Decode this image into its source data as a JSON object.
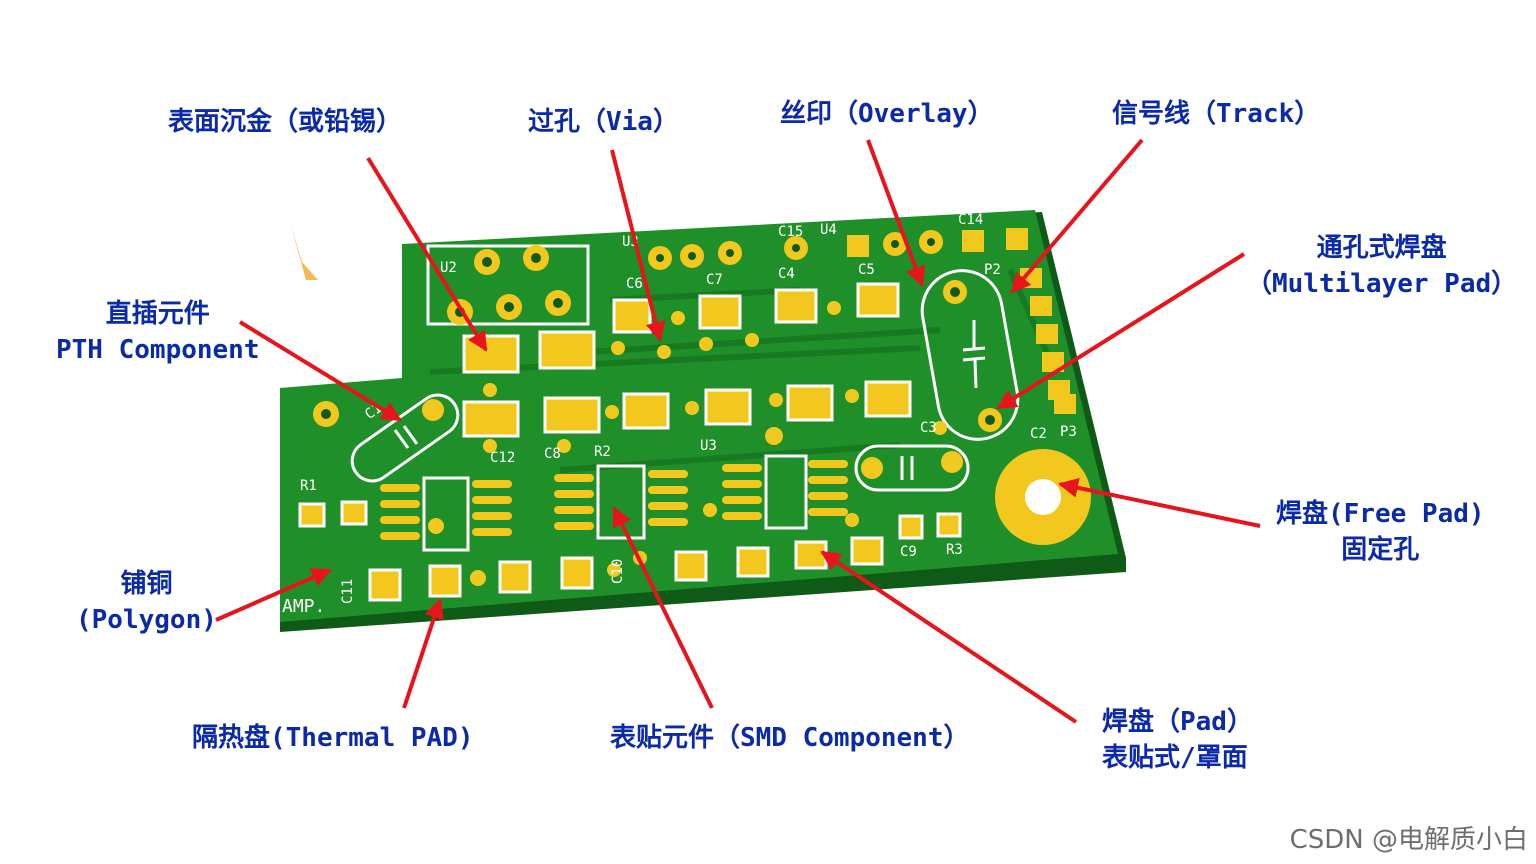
{
  "colors": {
    "label": "#0b2aa8",
    "arrow": "#e8141b",
    "board": "#1f8f2a",
    "pad": "#f2c81e",
    "silk": "#ffffff"
  },
  "labels": {
    "surface_gold": "表面沉金（或铅锡）",
    "via": "过孔（Via）",
    "overlay": "丝印（Overlay）",
    "track": "信号线（Track）",
    "multilayer_pad_cn": "通孔式焊盘",
    "multilayer_pad_en": "（Multilayer Pad）",
    "pth_cn": "直插元件",
    "pth_en": "PTH Component",
    "free_pad_cn": "焊盘(Free Pad)",
    "free_pad_en": "固定孔",
    "polygon_cn": "铺铜",
    "polygon_en": "(Polygon)",
    "thermal_pad": "隔热盘(Thermal PAD)",
    "smd_component": "表贴元件（SMD Component）",
    "pad_cn": "焊盘（Pad）",
    "pad_en": "表贴式/罩面"
  },
  "silkscreen": {
    "U2": "U2",
    "U3a": "U3",
    "U3b": "U3",
    "U4": "U4",
    "C15": "C15",
    "C14": "C14",
    "C6": "C6",
    "C7": "C7",
    "C4": "C4",
    "C5": "C5",
    "P2": "P2",
    "P3": "P3",
    "C2": "C2",
    "C3": "C3",
    "C12": "C12",
    "C8": "C8",
    "R2": "R2",
    "R1": "R1",
    "C9": "C9",
    "R3": "R3",
    "C10": "C10",
    "C11": "C11",
    "AMP": "AMP.",
    "C1": "C1"
  },
  "watermark": "CSDN @电解质小白"
}
